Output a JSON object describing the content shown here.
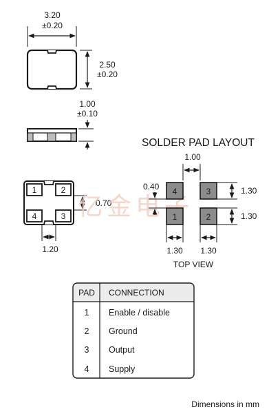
{
  "package": {
    "width_value": "3.20",
    "width_tol": "±0.20",
    "height_value": "2.50",
    "height_tol": "±0.20",
    "thickness_value": "1.00",
    "thickness_tol": "±0.10"
  },
  "bottom_view": {
    "pads": [
      "1",
      "2",
      "4",
      "3"
    ],
    "pad_gap": "0.70",
    "pad_width": "1.20"
  },
  "watermark": "亿金电子",
  "solder": {
    "title": "SOLDER PAD LAYOUT",
    "pad_gap_horizontal": "1.00",
    "pad_gap_vertical": "0.40",
    "pad_height_top": "1.30",
    "pad_height_bottom": "1.30",
    "pad_width_left": "1.30",
    "pad_width_right": "1.30",
    "pads": [
      "4",
      "3",
      "1",
      "2"
    ],
    "view_label": "TOP VIEW"
  },
  "table": {
    "headers": [
      "PAD",
      "CONNECTION"
    ],
    "rows": [
      {
        "pad": "1",
        "connection": "Enable / disable"
      },
      {
        "pad": "2",
        "connection": "Ground"
      },
      {
        "pad": "3",
        "connection": "Output"
      },
      {
        "pad": "4",
        "connection": "Supply"
      }
    ]
  },
  "footer": "Dimensions in mm",
  "colors": {
    "pad_fill": "#8c8c8c",
    "line": "#1a1a1a",
    "table_header_bg": "#ececec"
  }
}
